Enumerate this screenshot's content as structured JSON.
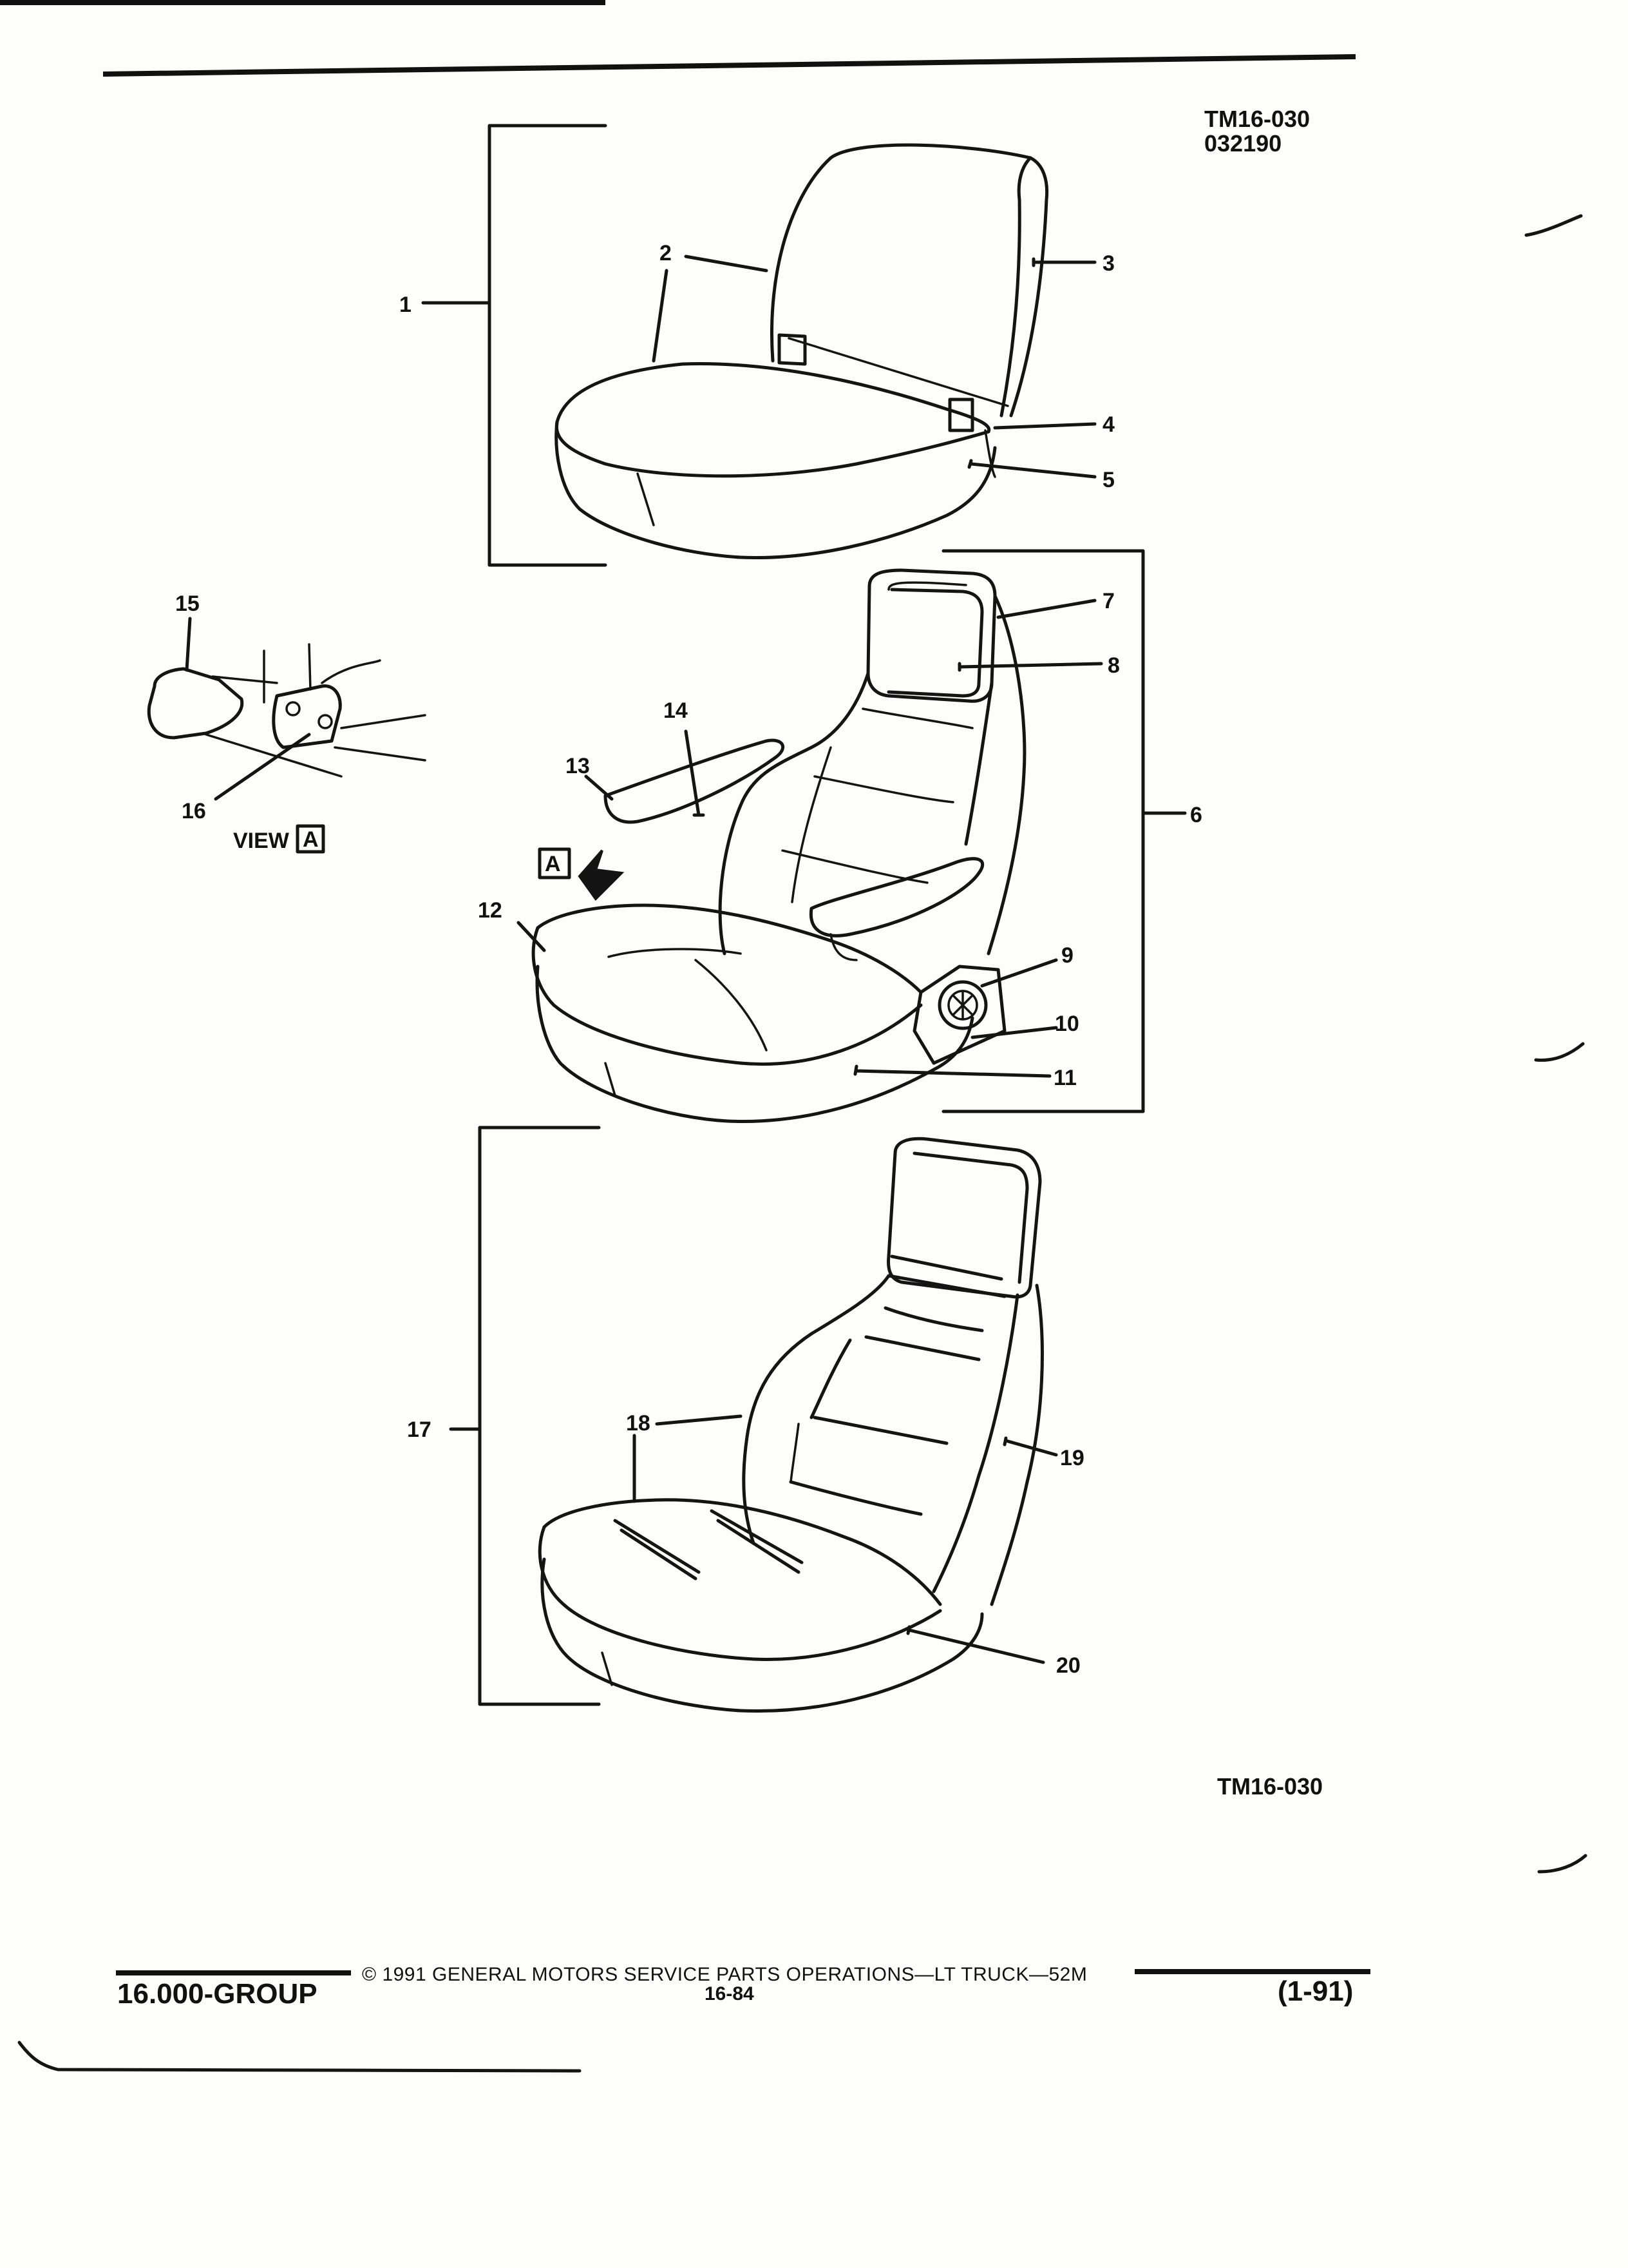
{
  "header": {
    "figure_code": "TM16-030",
    "date_code": "032190"
  },
  "callouts": {
    "c1": "1",
    "c2": "2",
    "c3": "3",
    "c4": "4",
    "c5": "5",
    "c6": "6",
    "c7": "7",
    "c8": "8",
    "c9": "9",
    "c10": "10",
    "c11": "11",
    "c12": "12",
    "c13": "13",
    "c14": "14",
    "c15": "15",
    "c16": "16",
    "c17": "17",
    "c18": "18",
    "c19": "19",
    "c20": "20"
  },
  "view_label": "VIEW",
  "view_letter": "A",
  "arrow_letter": "A",
  "bottom_code": "TM16-030",
  "footer": {
    "copyright": "© 1991 GENERAL MOTORS SERVICE PARTS OPERATIONS—LT TRUCK—52M",
    "group": "16.000-GROUP",
    "page": "16-84",
    "date": "(1-91)"
  },
  "colors": {
    "ink": "#141414",
    "paper": "#fdfdfb"
  }
}
